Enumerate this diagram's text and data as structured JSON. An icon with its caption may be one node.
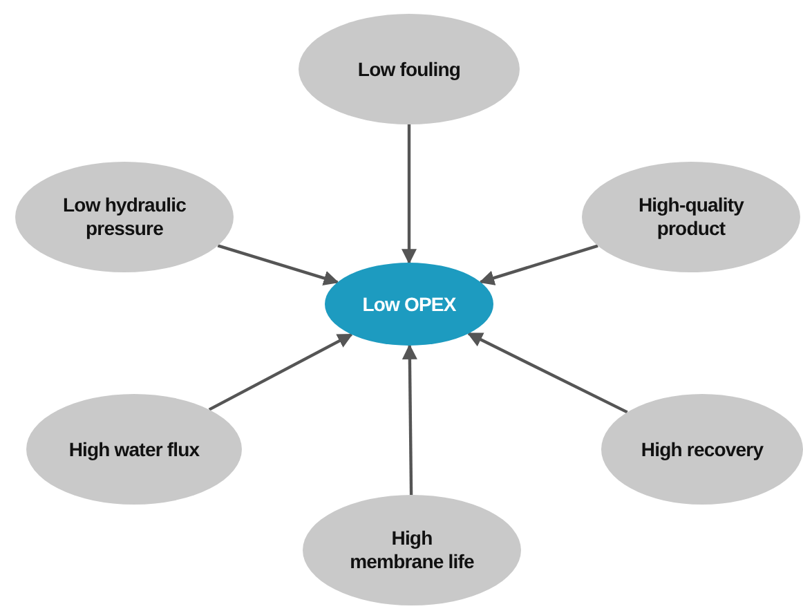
{
  "diagram": {
    "nodes": [
      {
        "text": [
          "Low fouling"
        ]
      },
      {
        "text": [
          "Low hydraulic pressure"
        ]
      },
      {
        "text": [
          "High-quality product"
        ]
      },
      {
        "text": [
          "Low OPEX"
        ]
      },
      {
        "text": [
          "High water flux"
        ]
      },
      {
        "text": [
          "High recovery"
        ]
      },
      {
        "text": [
          "High membrane life"
        ]
      }
    ],
    "edges": [
      {
        "from": 0,
        "to": 3,
        "arrow": "to"
      },
      {
        "from": 1,
        "to": 3,
        "arrow": "to"
      },
      {
        "from": 2,
        "to": 3,
        "arrow": "to"
      },
      {
        "from": 4,
        "to": 3,
        "arrow": "to"
      },
      {
        "from": 5,
        "to": 3,
        "arrow": "to"
      },
      {
        "from": 6,
        "to": 3,
        "arrow": "to"
      }
    ]
  }
}
